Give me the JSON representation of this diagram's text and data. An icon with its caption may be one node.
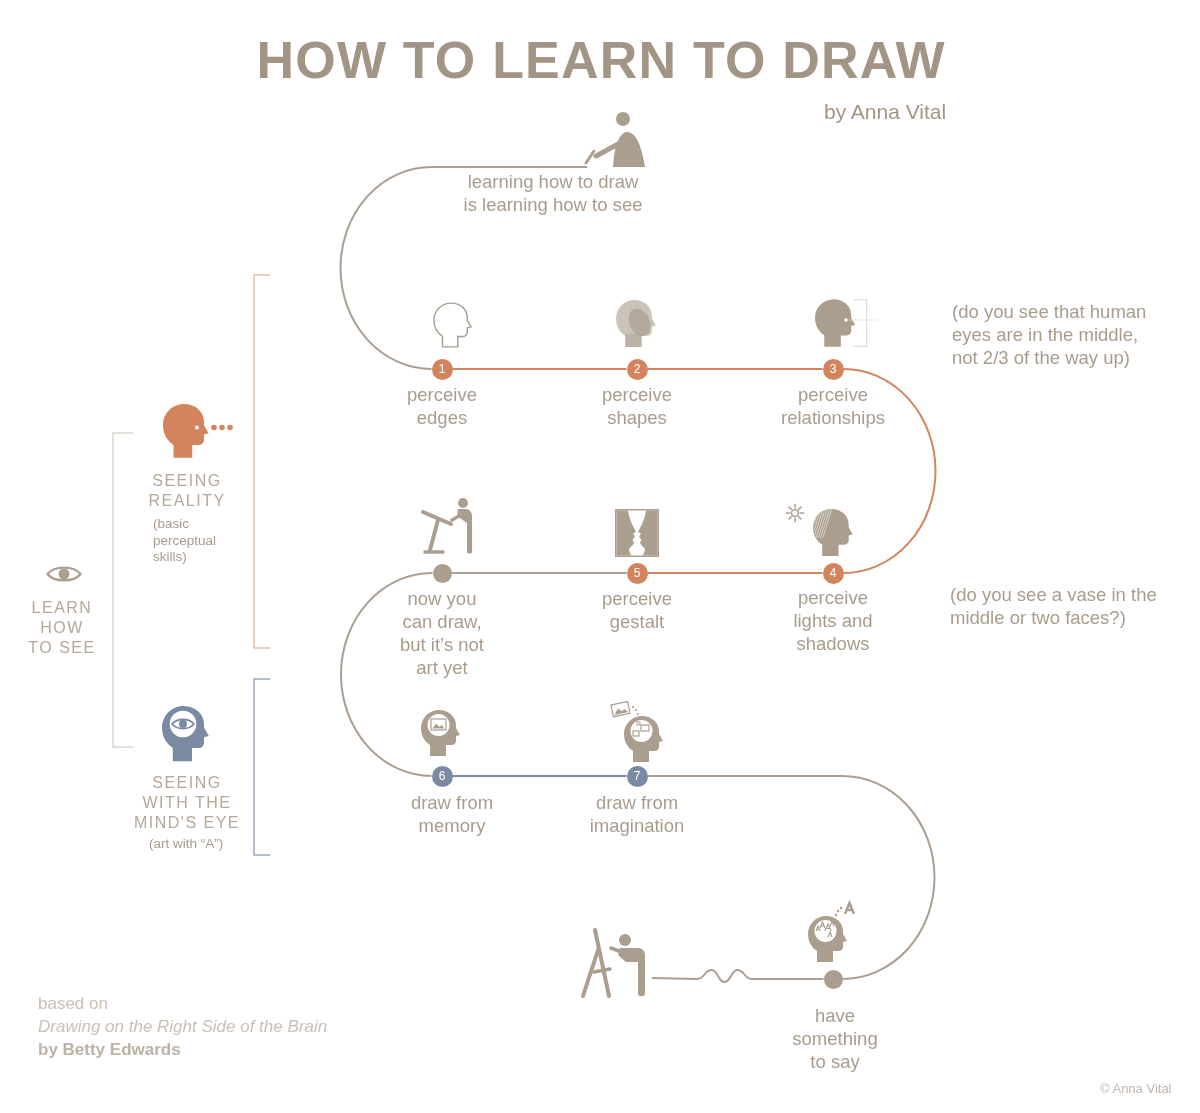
{
  "diagram": {
    "title": "HOW TO LEARN TO DRAW",
    "nodes": [
      {
        "text": [],
        "shape": "picture",
        "beside": [
          "learning how to draw is learning how to see"
        ]
      },
      {
        "text": [
          "1"
        ],
        "beside": [
          "perceive edges"
        ]
      },
      {
        "text": [
          "2"
        ],
        "beside": [
          "perceive shapes"
        ]
      },
      {
        "text": [
          "3"
        ],
        "beside": [
          "perceive relationships"
        ]
      },
      {
        "text": [
          "4"
        ],
        "beside": [
          "perceive lights and shadows"
        ]
      },
      {
        "text": [
          "5"
        ],
        "beside": [
          "perceive gestalt"
        ]
      },
      {
        "text": [],
        "shape": "circle",
        "beside": [
          "now you can draw, but it’s not art yet"
        ]
      },
      {
        "text": [
          "6"
        ],
        "beside": [
          "draw from memory"
        ]
      },
      {
        "text": [
          "7"
        ],
        "beside": [
          "draw from imagination"
        ]
      },
      {
        "text": [],
        "shape": "circle",
        "beside": [
          "have something to say"
        ]
      },
      {
        "text": [],
        "shape": "picture"
      }
    ],
    "edges": [
      {
        "from": 0,
        "to": 1,
        "arrow": "none"
      },
      {
        "from": 1,
        "to": 2,
        "arrow": "none",
        "color": "#d4845d"
      },
      {
        "from": 2,
        "to": 3,
        "arrow": "none",
        "color": "#d4845d"
      },
      {
        "from": 3,
        "to": 4,
        "arrow": "none",
        "color": "#d4845d"
      },
      {
        "from": 4,
        "to": 5,
        "arrow": "none",
        "color": "#d4845d"
      },
      {
        "from": 5,
        "to": 6,
        "arrow": "none"
      },
      {
        "from": 6,
        "to": 7,
        "arrow": "none"
      },
      {
        "from": 7,
        "to": 8,
        "arrow": "none",
        "color": "#7a8aa3"
      },
      {
        "from": 8,
        "to": 9,
        "arrow": "none"
      },
      {
        "from": 9,
        "to": 10,
        "arrow": "none"
      }
    ],
    "labels": [
      "by Anna Vital",
      "(do you see that human eyes are in the middle, not 2/3 of the way up)",
      "SEEING REALITY",
      "(basic perceptual skills)",
      "LEARN HOW TO SEE",
      "(do you see a vase in the middle or two faces?)",
      "SEEING WITH THE MIND'S EYE",
      "(art with “A”)",
      "based on",
      "Drawing on the Right Side of the Brain",
      "by Betty Edwards",
      "© Anna Vital"
    ]
  }
}
